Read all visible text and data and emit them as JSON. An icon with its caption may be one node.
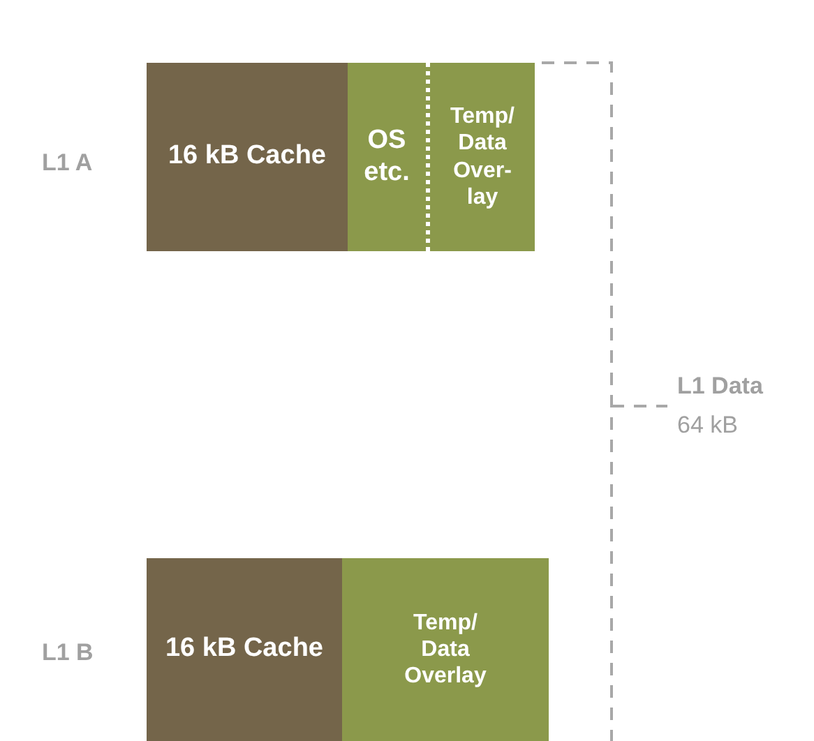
{
  "diagram": {
    "nodes": [
      {
        "text": [
          "16 kB Cache"
        ]
      },
      {
        "text": [
          "OS etc."
        ]
      },
      {
        "text": [
          "Temp/ Data Over- lay"
        ]
      },
      {
        "text": [
          "16 kB Cache"
        ]
      },
      {
        "text": [
          "Temp/ Data Overlay"
        ]
      }
    ],
    "edges": [],
    "labels": [
      "L1 A",
      "L1 Data",
      "64 kB",
      "L1 B"
    ]
  }
}
